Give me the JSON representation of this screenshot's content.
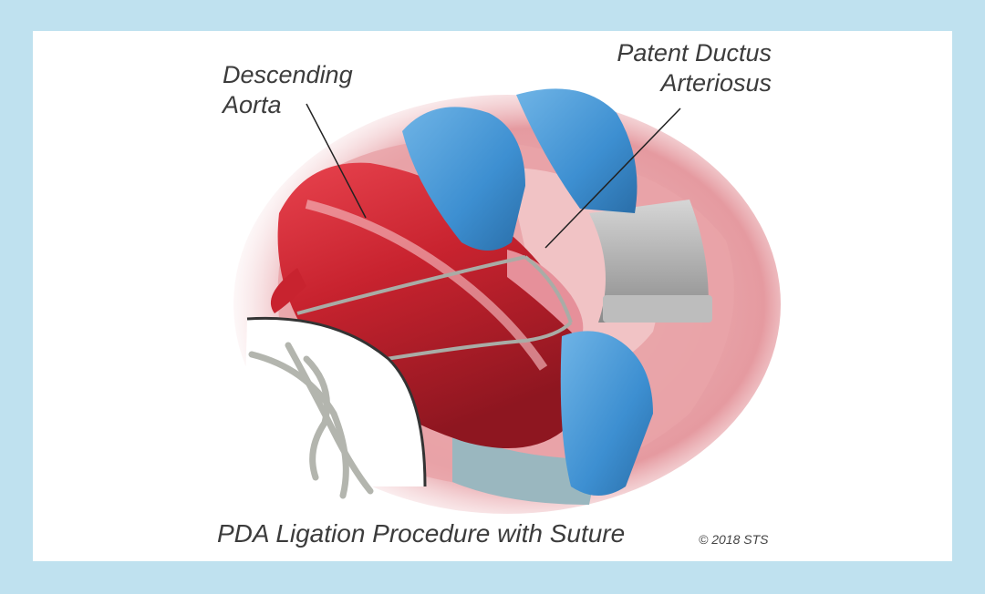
{
  "labels": {
    "aorta_line1": "Descending",
    "aorta_line2": "Aorta",
    "pda_line1": "Patent Ductus",
    "pda_line2": "Arteriosus"
  },
  "caption": "PDA Ligation Procedure with Suture",
  "credit": "© 2018 STS",
  "colors": {
    "border": "#bfe1ef",
    "aorta": "#c8232f",
    "glove": "#3d8fd1",
    "tissue": "#e59aa0"
  }
}
